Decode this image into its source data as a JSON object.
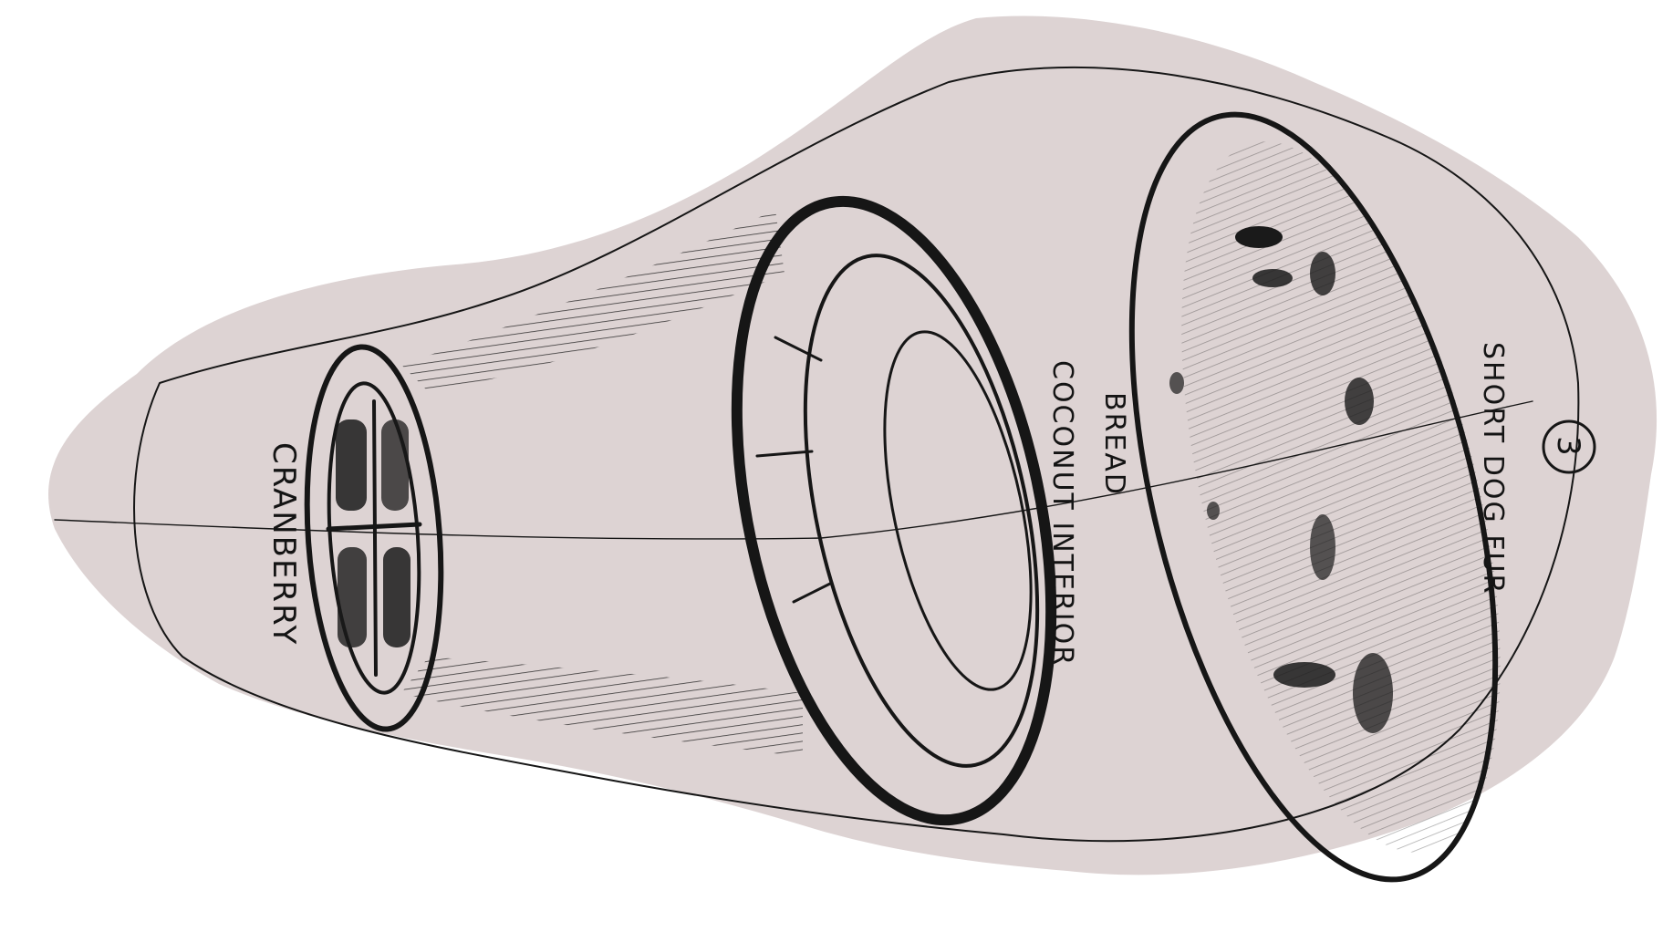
{
  "labels": {
    "page_number": "3",
    "cranberry": "CRANBERRY",
    "bread": "BREAD",
    "coconut_interior": "COCONUT INTERIOR",
    "short_dog_fur": "SHORT DOG FUR"
  },
  "colors": {
    "paper": "#ddd3d3",
    "ink": "#161616",
    "background": "#ffffff"
  }
}
